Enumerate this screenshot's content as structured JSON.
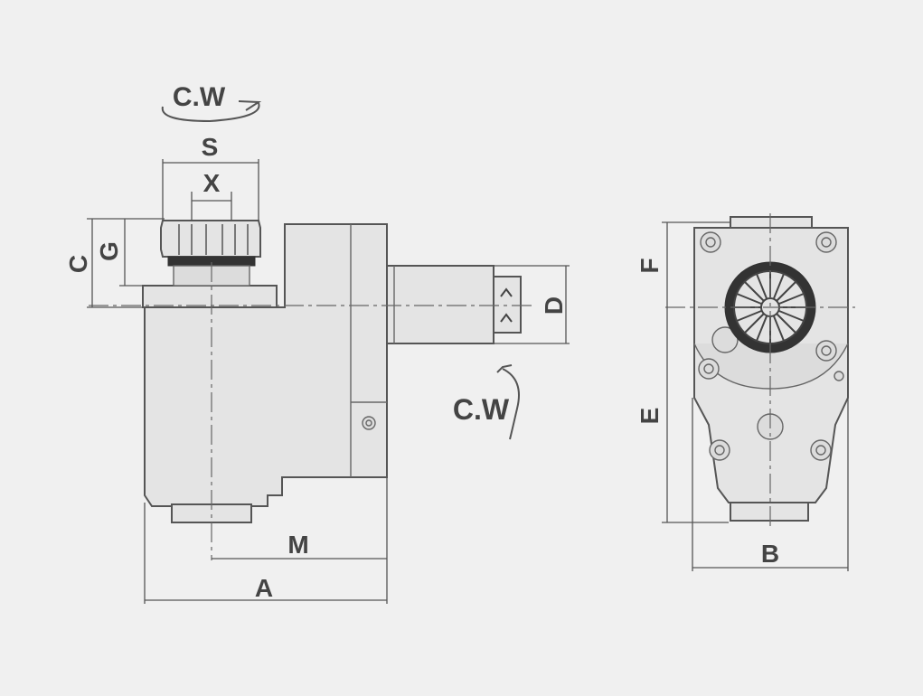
{
  "side_view": {
    "rotation_top": "C.W",
    "dim_s": "S",
    "dim_x": "X",
    "dim_c": "C",
    "dim_g": "G",
    "dim_d": "D",
    "rotation_right": "C.W",
    "dim_m": "M",
    "dim_a": "A"
  },
  "front_view": {
    "dim_f": "F",
    "dim_e": "E",
    "dim_b": "B"
  },
  "colors": {
    "background": "#f0f0f0",
    "line": "#555555",
    "body_fill": "#e4e4e4",
    "label": "#444444"
  }
}
